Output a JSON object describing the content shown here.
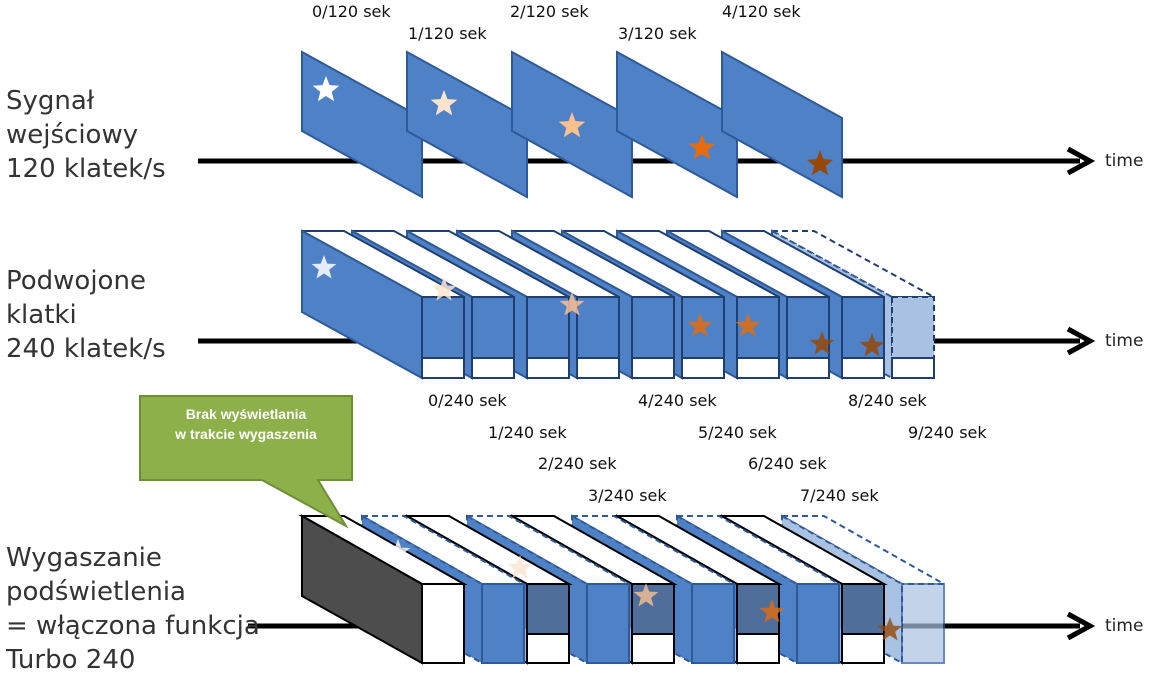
{
  "colors": {
    "frame_blue": "#4f81c7",
    "frame_blue_edge": "#2f5a99",
    "faded_blue": "#a9c1e2",
    "dark_frame": "#4d4d4d",
    "callout_green": "#8db04a",
    "star_1": "#ffffff",
    "star_2": "#fde4cf",
    "star_3": "#fac090",
    "star_4": "#e46c0a",
    "star_5": "#974806"
  },
  "rows": [
    {
      "label": "Sygnał\nwejściowy\n120 klatek/s",
      "time_label": "time",
      "timestamps": [
        "0/120 sek",
        "1/120 sek",
        "2/120 sek",
        "3/120 sek",
        "4/120 sek"
      ]
    },
    {
      "label": "Podwojone\nklatki\n240 klatek/s",
      "time_label": "time",
      "timestamps": [
        "0/240 sek",
        "1/240 sek",
        "2/240 sek",
        "3/240 sek",
        "4/240 sek",
        "5/240 sek",
        "6/240 sek",
        "7/240 sek",
        "8/240 sek",
        "9/240 sek"
      ]
    },
    {
      "label": "Wygaszanie\npodświetlenia\n= włączona funkcja\nTurbo 240",
      "time_label": "time"
    }
  ],
  "callout": {
    "text": "Brak wyświetlania\nw trakcie wygaszenia"
  }
}
